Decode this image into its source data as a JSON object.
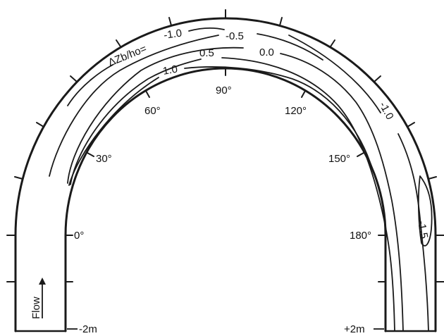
{
  "figure": {
    "angle_labels": [
      "0°",
      "30°",
      "60°",
      "90°",
      "120°",
      "150°",
      "180°"
    ],
    "section_labels": {
      "inlet": "-2m",
      "outlet": "+2m"
    },
    "flow_label": "Flow",
    "contour_labels": {
      "prefix": "ΔZb/ho=",
      "level_minus_1_0_left": "-1.0",
      "level_minus_0_5": "-0.5",
      "level_0_0": "0.0",
      "level_0_5": "0.5",
      "level_1_0": "1.0",
      "level_minus_1_0_right": "-1.0",
      "level_minus_1_5": "-1.5"
    }
  }
}
